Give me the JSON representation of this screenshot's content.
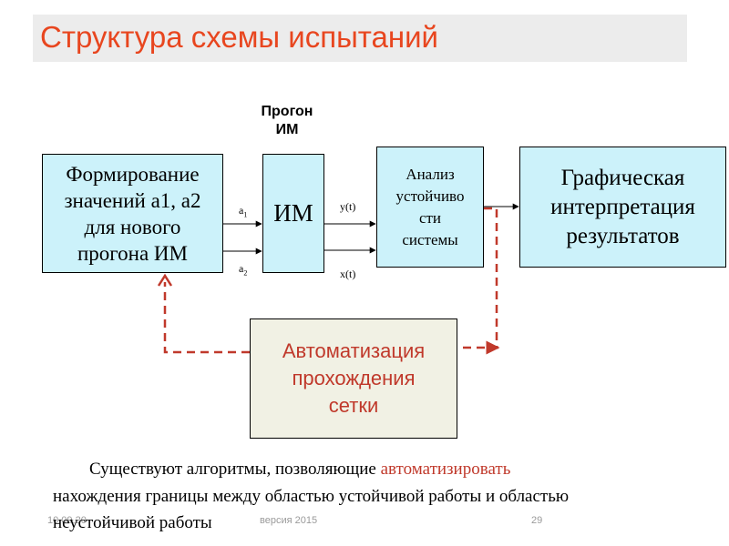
{
  "slide": {
    "title": "Структура схемы испытаний",
    "prog_label_1": "Прогон",
    "prog_label_2": "ИМ"
  },
  "blocks": {
    "formation": [
      "Формирование",
      "значений а1, а2",
      "для нового",
      "прогона ИМ"
    ],
    "im": "ИМ",
    "analysis": [
      "Анализ",
      "устойчиво",
      "сти",
      "системы"
    ],
    "graphic": [
      "Графическая",
      "интерпретация",
      "результатов"
    ],
    "automation": [
      "Автоматизация",
      "прохождения",
      "сетки"
    ]
  },
  "signals": {
    "a1": "a",
    "a1_sub": "1",
    "a2": "a",
    "a2_sub": "2",
    "yt": "y(t)",
    "xt": "x(t)"
  },
  "caption": {
    "line1_prefix": "Существуют алгоритмы, позволяющие ",
    "line1_highlight": "автоматизировать",
    "line2": "нахождения границы между областью устойчивой работы и областью",
    "line3": "неустойчивой работы"
  },
  "footer": {
    "date": "10.09.20",
    "version": "версия 2015",
    "page": "29"
  },
  "colors": {
    "title": "#e8461f",
    "box_fill": "#ccf2fa",
    "automation_fill": "#f1f1e4",
    "feedback_dash": "#c0392b"
  }
}
